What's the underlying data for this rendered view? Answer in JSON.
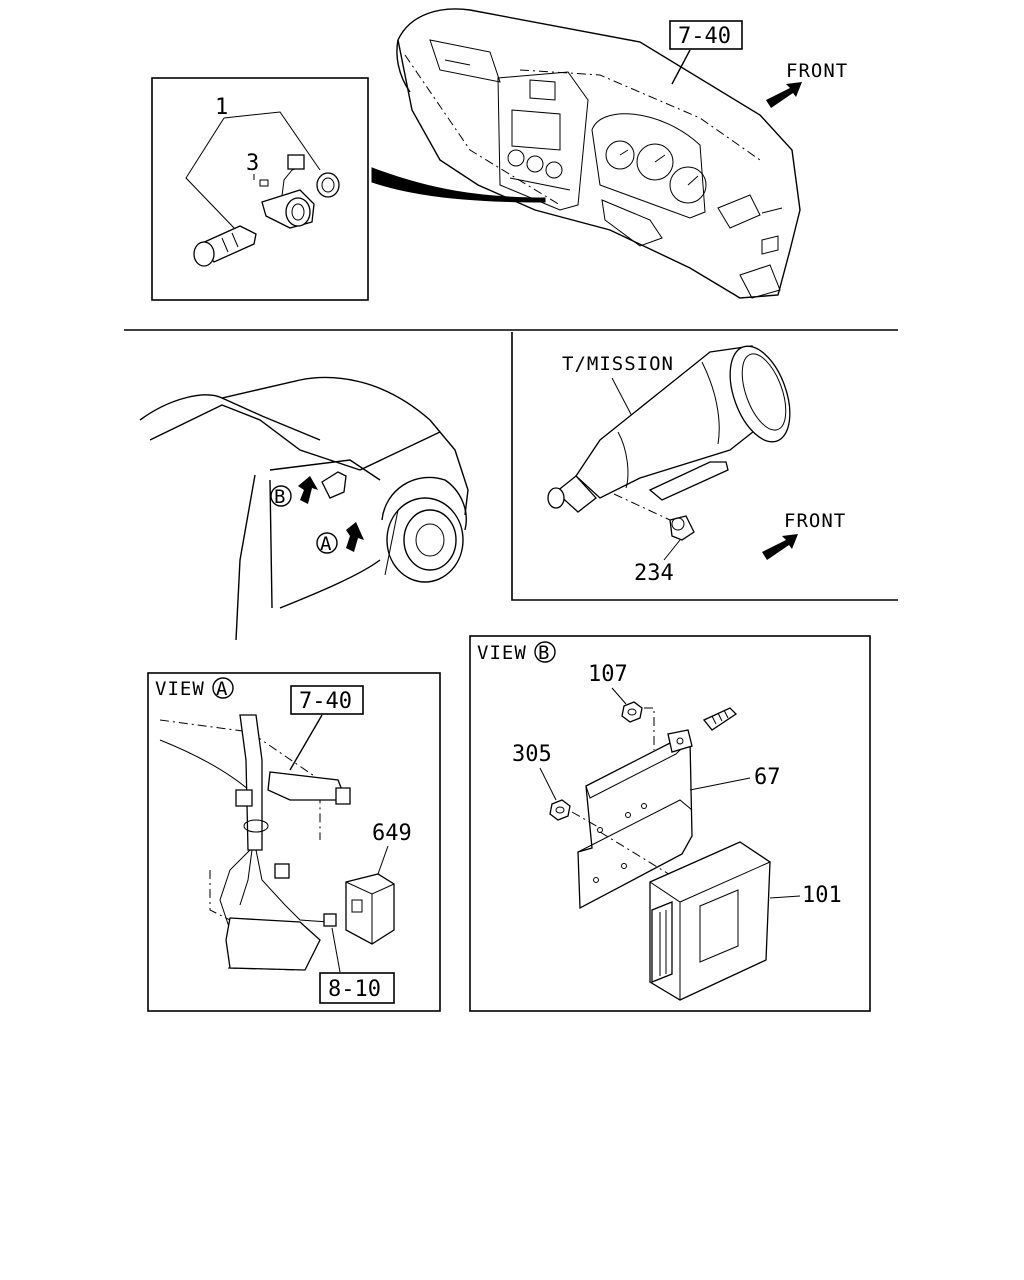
{
  "callouts": {
    "dash_ref": "7-40",
    "front_top": "FRONT",
    "lighter_assy": "1",
    "lighter_element": "3",
    "transmission": "T/MISSION",
    "front_mid": "FRONT",
    "sensor": "234",
    "view_a_title": "VIEW",
    "view_a_letter": "A",
    "view_a_ref": "7-40",
    "relay": "649",
    "harness_ref": "8-10",
    "view_b_title": "VIEW",
    "view_b_letter": "B",
    "nut_107": "107",
    "nut_305": "305",
    "bracket": "67",
    "control_unit": "101",
    "marker_a": "A",
    "marker_b": "B"
  },
  "colors": {
    "line": "#000000",
    "background": "#ffffff"
  },
  "icons": [
    "front-arrow-icon",
    "view-arrow-icon"
  ]
}
